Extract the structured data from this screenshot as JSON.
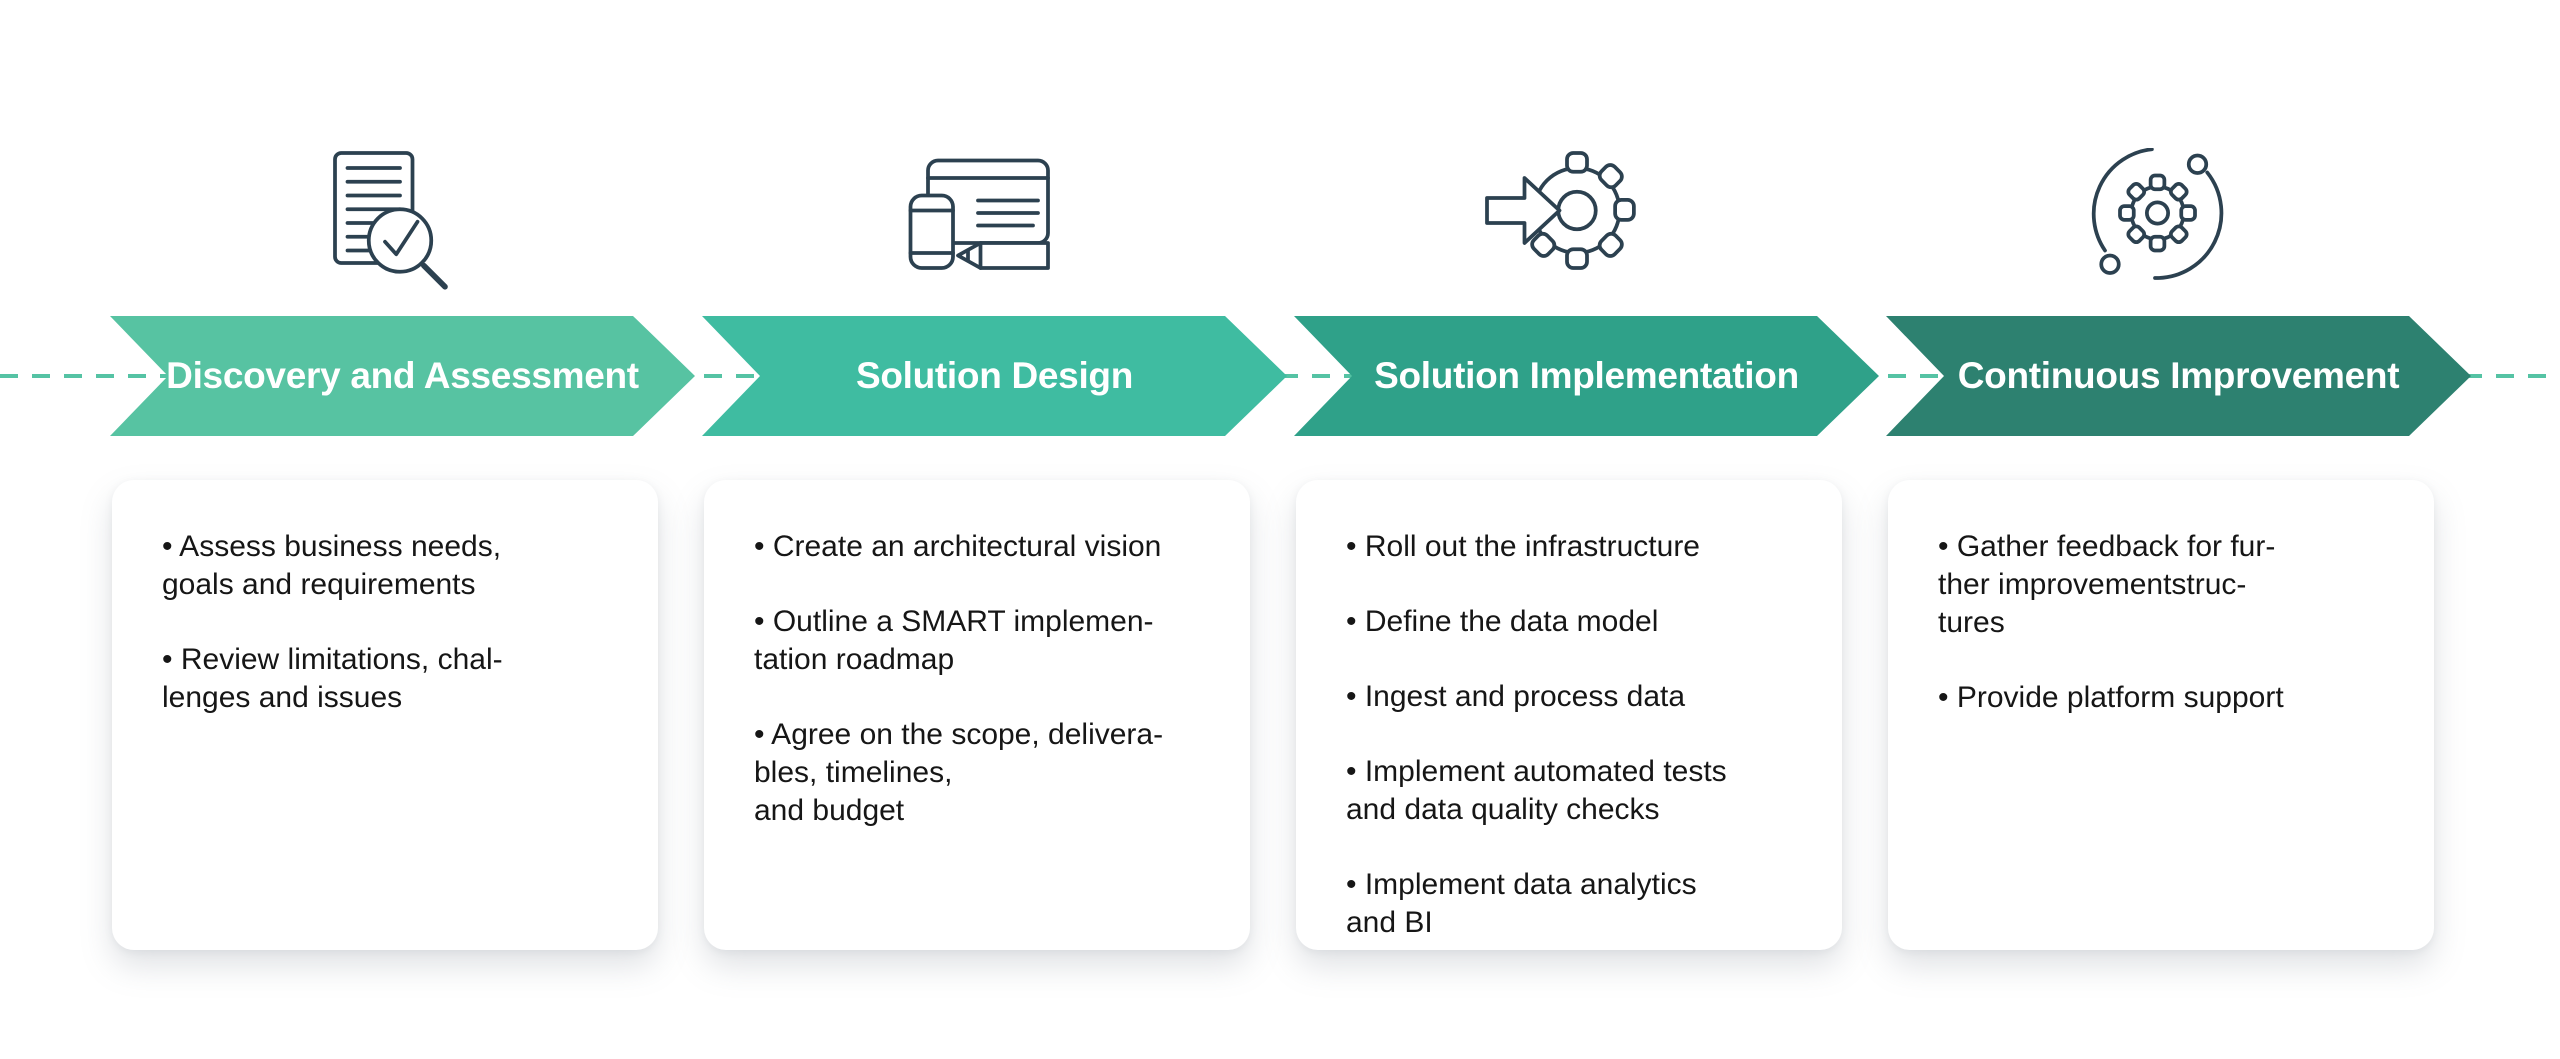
{
  "divider": {
    "color": "#55c3a4"
  },
  "icon_color": "#2c4150",
  "stages": [
    {
      "title": "Discovery and Assessment",
      "arrow_color": "#57c3a2",
      "icon": "document-check-magnifier-icon",
      "bullets": [
        "• Assess business needs,\ngoals and requirements",
        "• Review limitations, chal-\nlenges and issues"
      ]
    },
    {
      "title": "Solution Design",
      "arrow_color": "#3fbca1",
      "icon": "devices-pencil-icon",
      "bullets": [
        "• Create an architectural vision",
        "• Outline a SMART implemen-\ntation roadmap",
        "• Agree on the scope, delivera-\nbles, timelines,\nand budget"
      ]
    },
    {
      "title": "Solution Implementation",
      "arrow_color": "#2fa189",
      "icon": "arrow-into-gear-icon",
      "bullets": [
        "• Roll out the infrastructure",
        "• Define the data model",
        "• Ingest and process data",
        "• Implement automated tests\nand data quality checks",
        "• Implement data analytics\nand BI"
      ]
    },
    {
      "title": "Continuous Improvement",
      "arrow_color": "#2d8170",
      "icon": "gear-cycle-icon",
      "bullets": [
        "• Gather feedback for fur-\nther improvementstruc-\ntures",
        "• Provide platform support"
      ]
    }
  ]
}
